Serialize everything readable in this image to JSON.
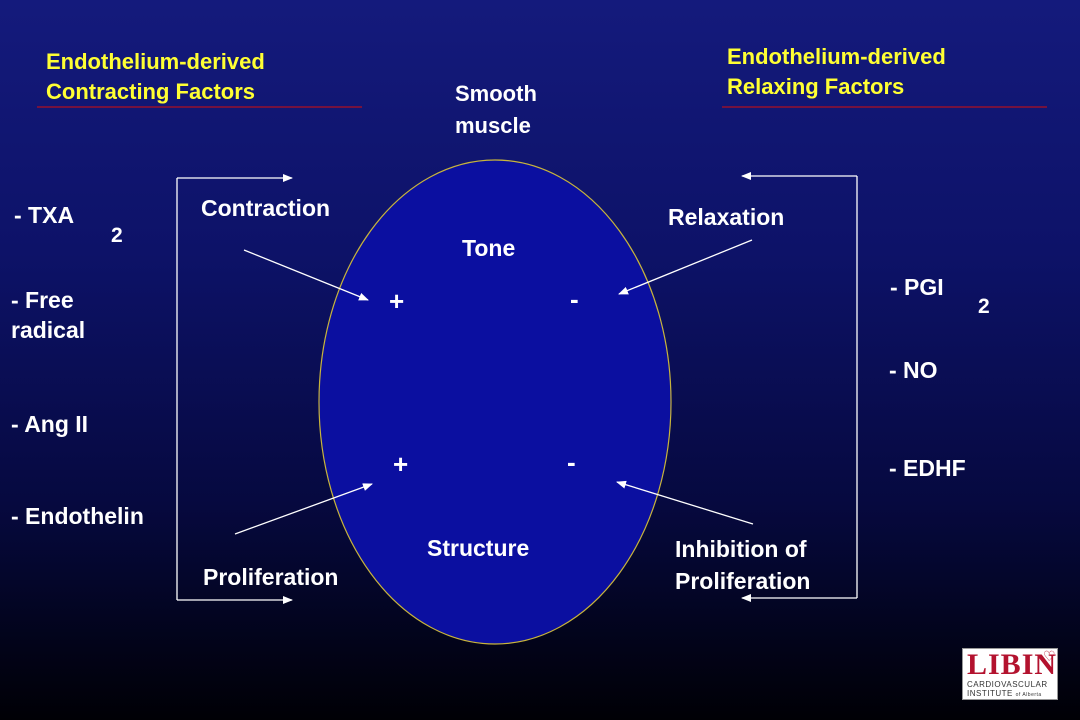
{
  "contracting_title": {
    "line1": "Endothelium-derived",
    "line2": "Contracting Factors"
  },
  "relaxing_title": {
    "line1": "Endothelium-derived",
    "line2": "Relaxing Factors"
  },
  "cell_label": {
    "line1": "Smooth",
    "line2": "muscle"
  },
  "center": {
    "tone": "Tone",
    "structure": "Structure"
  },
  "signs": {
    "tone_plus": "+",
    "tone_minus": "-",
    "structure_plus": "+",
    "structure_minus": "-"
  },
  "effects": {
    "contraction": "Contraction",
    "relaxation": "Relaxation",
    "proliferation": "Proliferation",
    "inhibition_line1": "Inhibition of",
    "inhibition_line2": "Proliferation"
  },
  "contracting_factors": [
    {
      "text": "- TXA",
      "subscript": "2"
    },
    {
      "text": "- Free",
      "line2": "radical"
    },
    {
      "text": "- Ang II"
    },
    {
      "text": "- Endothelin"
    }
  ],
  "relaxing_factors": [
    {
      "text": "-  PGI",
      "subscript": "2"
    },
    {
      "text": "-  NO"
    },
    {
      "text": "-  EDHF"
    }
  ],
  "logo": {
    "main": "LIBIN",
    "line1": "CARDIOVASCULAR",
    "line2": "INSTITUTE",
    "line2_suffix": "of Alberta"
  },
  "colors": {
    "title_yellow": "#ffff33",
    "ellipse_fill": "#0b0fa0",
    "ellipse_stroke": "#c8b43c",
    "underline_red": "#b01020",
    "logo_red": "#b3122e"
  }
}
